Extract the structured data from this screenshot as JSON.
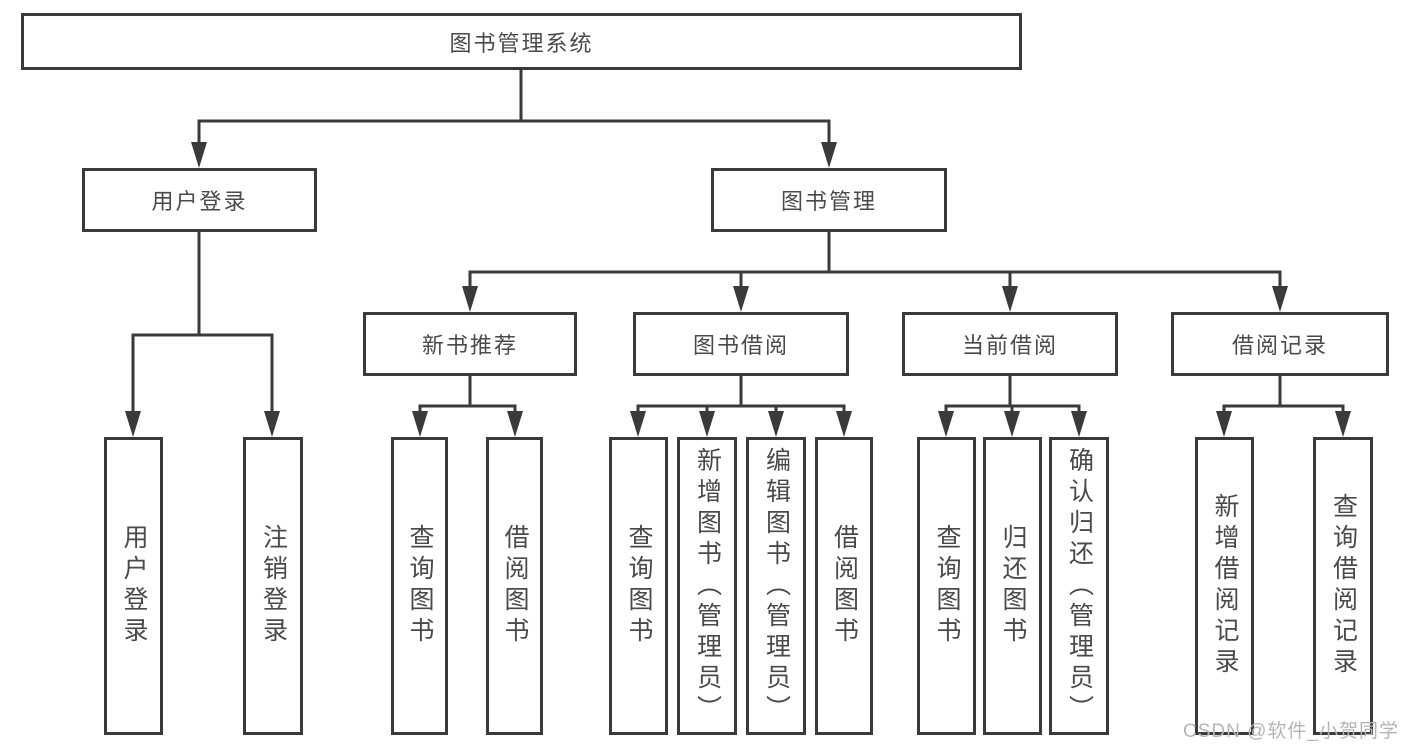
{
  "diagram": {
    "root": {
      "label": "图书管理系统"
    },
    "level2": {
      "user_login": {
        "label": "用户登录"
      },
      "book_management": {
        "label": "图书管理"
      }
    },
    "level3": {
      "new_book_recommendation": {
        "label": "新书推荐"
      },
      "book_borrowing": {
        "label": "图书借阅"
      },
      "current_borrowing": {
        "label": "当前借阅"
      },
      "borrowing_records": {
        "label": "借阅记录"
      }
    },
    "leaves": {
      "user_login": {
        "label": "用户登录"
      },
      "logout": {
        "label": "注销登录"
      },
      "recommend_query_books": {
        "label": "查询图书"
      },
      "recommend_borrow_books": {
        "label": "借阅图书"
      },
      "borrow_query_books": {
        "label": "查询图书"
      },
      "borrow_add_books": {
        "label": "新增图书（管理员）"
      },
      "borrow_edit_books": {
        "label": "编辑图书（管理员）"
      },
      "borrow_borrow_books": {
        "label": "借阅图书"
      },
      "current_query_books": {
        "label": "查询图书"
      },
      "current_return_books": {
        "label": "归还图书"
      },
      "current_confirm_return": {
        "label": "确认归还（管理员）"
      },
      "records_add_record": {
        "label": "新增借阅记录"
      },
      "records_query_record": {
        "label": "查询借阅记录"
      }
    },
    "watermark": "CSDN @软件_小贺同学",
    "colors": {
      "line": "#3a3a3a",
      "text": "#4a4a4a",
      "watermark": "#b5b5b5"
    }
  }
}
